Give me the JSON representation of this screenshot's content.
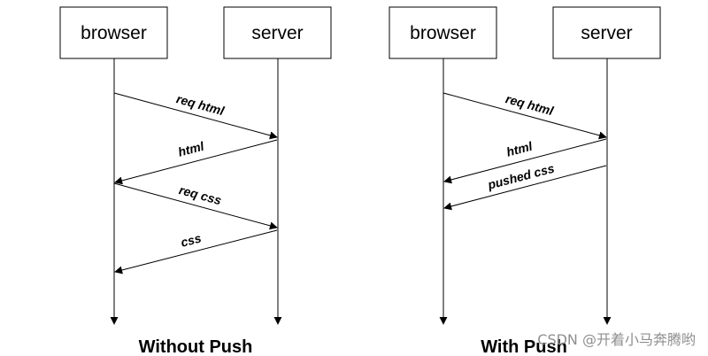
{
  "colors": {
    "line": "#000000",
    "box_fill": "#ffffff",
    "watermark": "#8f8f8f"
  },
  "left_diagram": {
    "caption": "Without Push",
    "actors": [
      "browser",
      "server"
    ],
    "messages": [
      {
        "label": "req html",
        "from": "browser",
        "to": "server"
      },
      {
        "label": "html",
        "from": "server",
        "to": "browser"
      },
      {
        "label": "req css",
        "from": "browser",
        "to": "server"
      },
      {
        "label": "css",
        "from": "server",
        "to": "browser"
      }
    ]
  },
  "right_diagram": {
    "caption": "With Push",
    "actors": [
      "browser",
      "server"
    ],
    "messages": [
      {
        "label": "req html",
        "from": "browser",
        "to": "server"
      },
      {
        "label": "html",
        "from": "server",
        "to": "browser"
      },
      {
        "label": "pushed css",
        "from": "server",
        "to": "browser"
      }
    ]
  },
  "watermark": "CSDN @开着小马奔腾哟"
}
